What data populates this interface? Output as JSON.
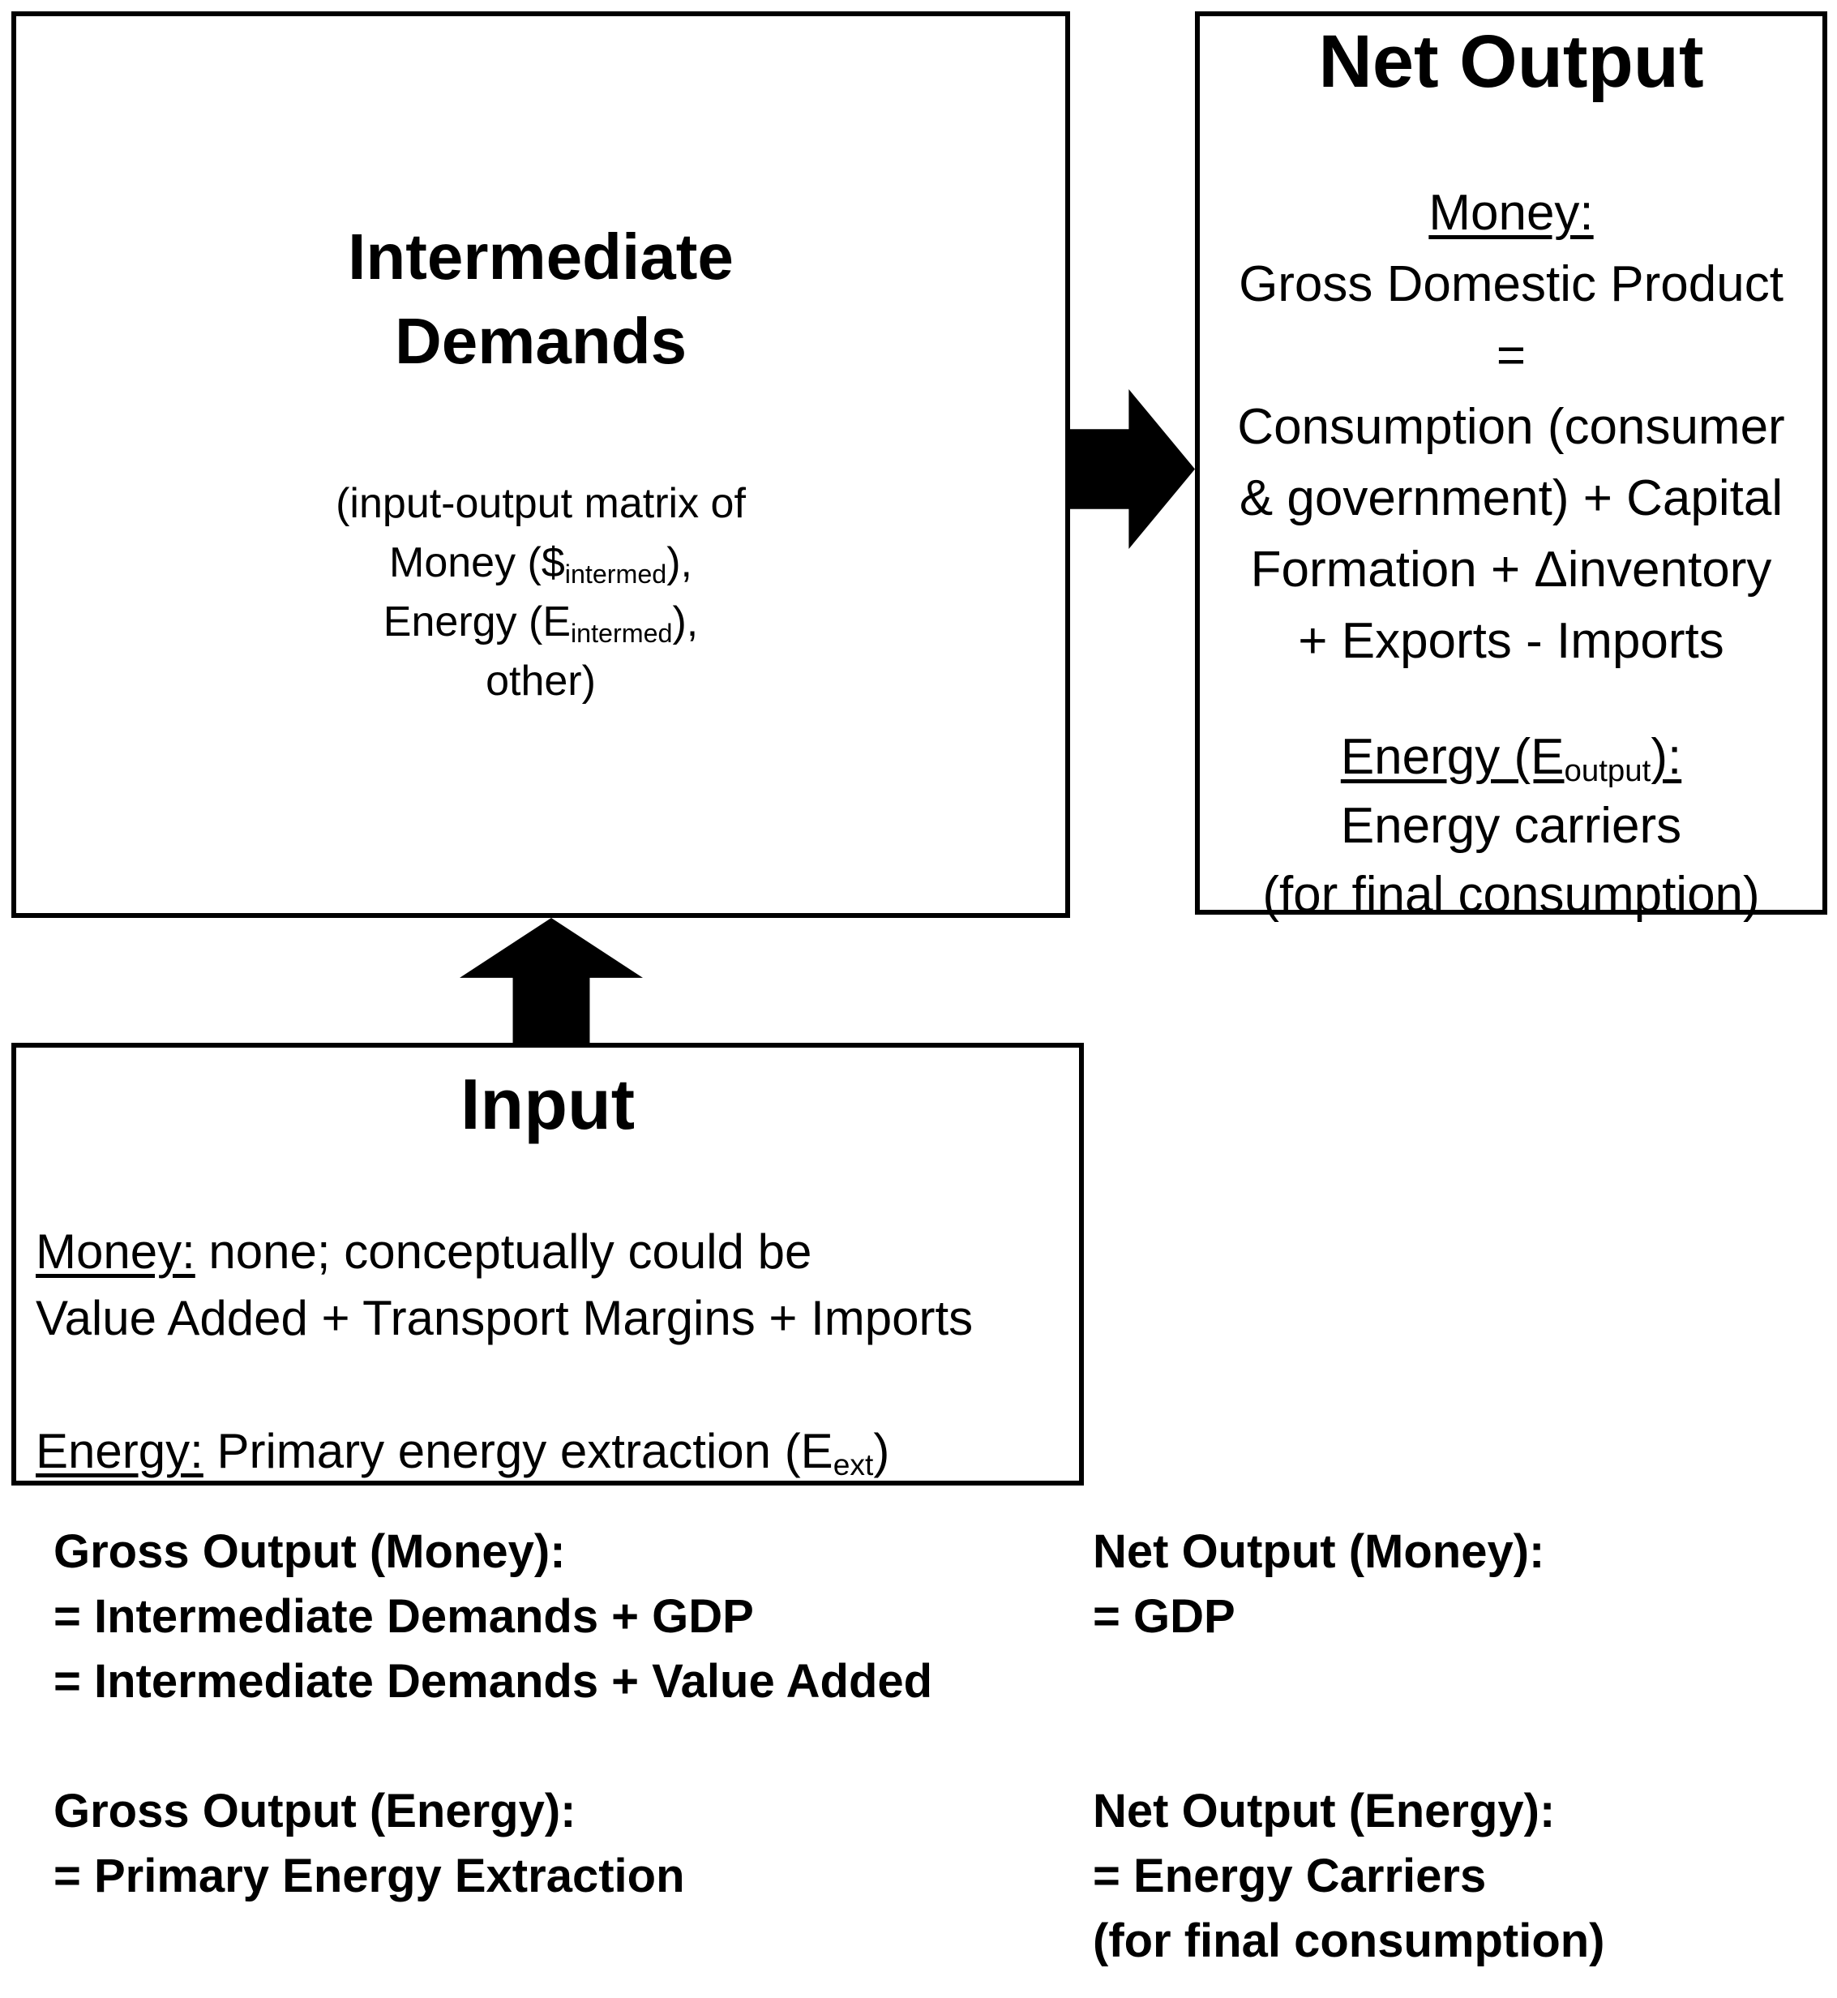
{
  "colors": {
    "ink": "#000000",
    "background": "#ffffff"
  },
  "intermediate_demands_box": {
    "title_line1": "Intermediate",
    "title_line2": "Demands",
    "body_line1": "(input-output matrix of",
    "money_pre": "Money ($",
    "money_sub": "intermed",
    "money_post": "),",
    "energy_pre": "Energy (E",
    "energy_sub": "intermed",
    "energy_post": "),",
    "body_line4": "other)"
  },
  "net_output_box": {
    "title": "Net Output",
    "money_label": "Money:",
    "money_line1": "Gross Domestic Product",
    "money_line2": "=",
    "money_line3": "Consumption (consumer",
    "money_line4": "& government) + Capital",
    "money_line5": "Formation + Δinventory",
    "money_line6": "+ Exports - Imports",
    "energy_pre": "Energy (E",
    "energy_sub": "output",
    "energy_post": "):",
    "energy_line1": "Energy carriers",
    "energy_line2": "(for final consumption)"
  },
  "input_box": {
    "title": "Input",
    "money_label": "Money:",
    "money_rest": " none; conceptually could be",
    "money_line2": "Value Added + Transport Margins + Imports",
    "energy_label": "Energy:",
    "energy_pre": " Primary energy extraction (E",
    "energy_sub": "ext",
    "energy_post": ")"
  },
  "summary": {
    "gross_money_title": "Gross Output (Money):",
    "gross_money_eq1": "= Intermediate Demands + GDP",
    "gross_money_eq2": "= Intermediate Demands + Value Added",
    "gross_energy_title": "Gross Output (Energy):",
    "gross_energy_eq1": "= Primary Energy Extraction",
    "net_money_title": "Net Output (Money):",
    "net_money_eq1": "= GDP",
    "net_energy_title": "Net Output (Energy):",
    "net_energy_eq1": "= Energy Carriers",
    "net_energy_eq2": "(for final consumption)"
  }
}
